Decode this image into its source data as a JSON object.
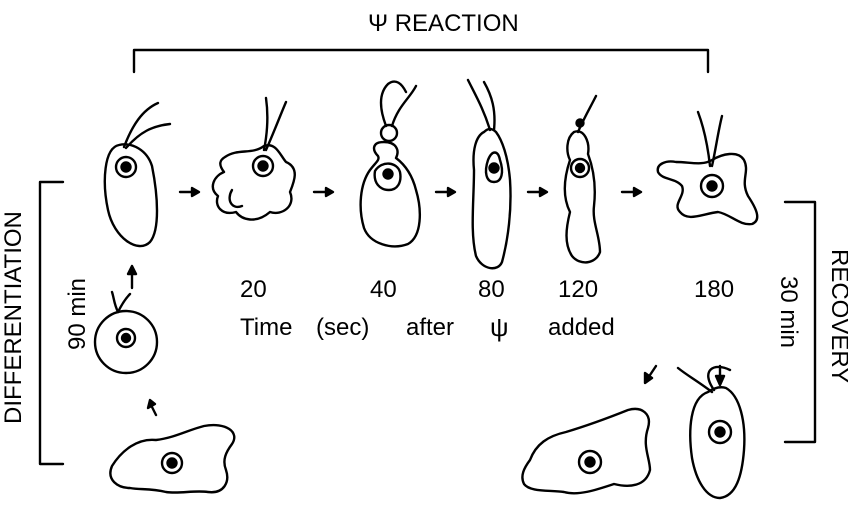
{
  "title": "Ψ REACTION",
  "time_points": [
    "20",
    "40",
    "80",
    "120",
    "180"
  ],
  "time_axis_label": {
    "time": "Time",
    "unit": "(sec)",
    "after": "after",
    "psi": "ψ",
    "added": "added"
  },
  "differentiation": {
    "label": "DIFFERENTIATION",
    "duration": "90 min"
  },
  "recovery": {
    "label": "RECOVERY",
    "duration": "30 min"
  }
}
